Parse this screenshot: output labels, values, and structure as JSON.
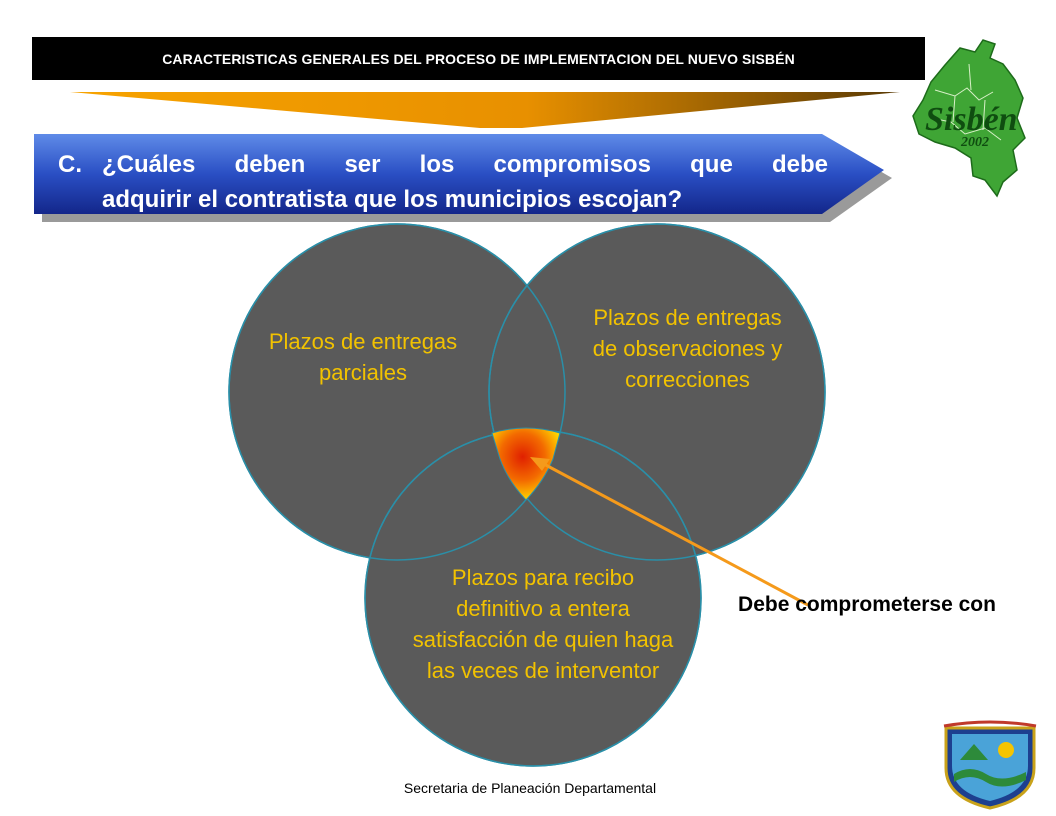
{
  "header": {
    "title": "CARACTERISTICAS GENERALES DEL PROCESO DE IMPLEMENTACION DEL NUEVO SISBÉN"
  },
  "logo": {
    "name": "Sisbén",
    "year": "2002"
  },
  "question": {
    "letter": "C.",
    "line1": "¿Cuáles deben ser los compromisos que debe",
    "line2": "adquirir el contratista que los municipios escojan?"
  },
  "venn": {
    "circle_left": "Plazos de entregas parciales",
    "circle_right": "Plazos de entregas de observaciones y correcciones",
    "circle_bottom": "Plazos para recibo definitivo a entera satisfacción de quien haga las veces de interventor"
  },
  "callout": {
    "text": "Debe comprometerse con"
  },
  "footer": {
    "text": "Secretaria de Planeación Departamental"
  },
  "colors": {
    "circle_fill": "#5a5a5a",
    "circle_text": "#f2c200",
    "circle_stroke": "#2a8fa8",
    "banner_blue": "#1e3fae",
    "arrow_orange": "#f59a1b"
  }
}
